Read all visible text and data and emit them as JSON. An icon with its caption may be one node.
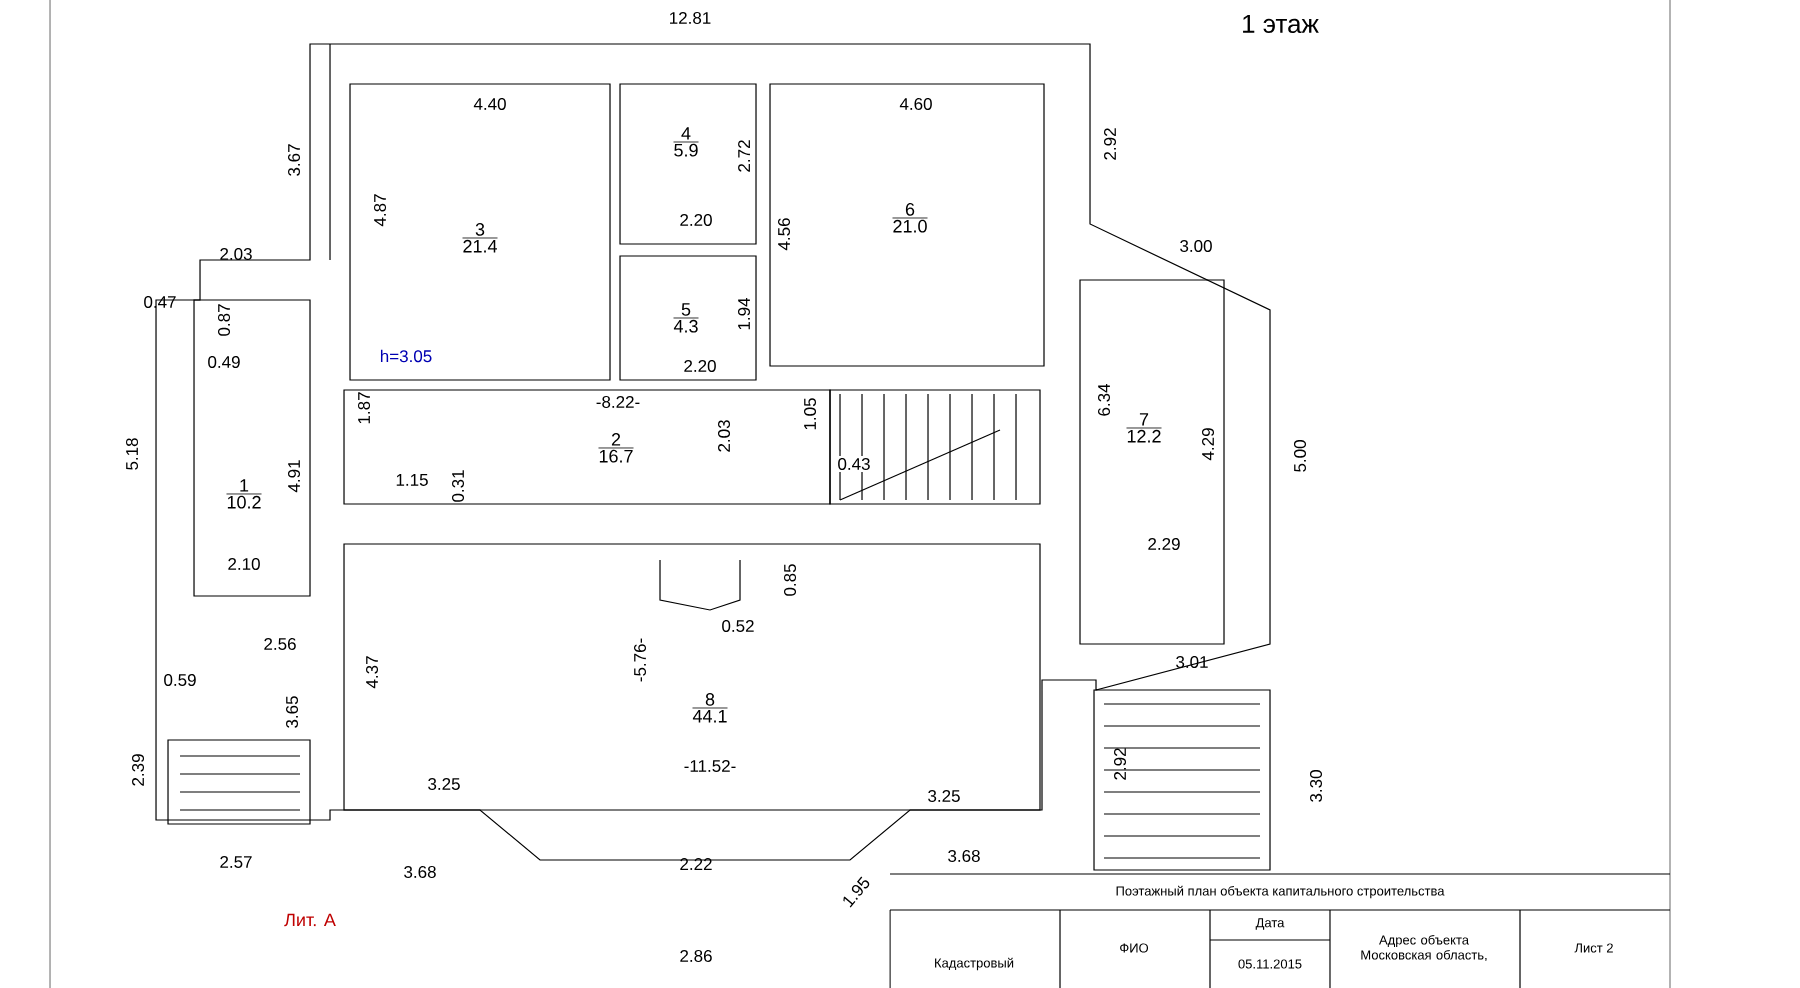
{
  "diagram": {
    "nodes": [
      {
        "text": [
          "1",
          "10.2"
        ]
      },
      {
        "text": [
          "2",
          "16.7"
        ]
      },
      {
        "text": [
          "3",
          "21.4"
        ]
      },
      {
        "text": [
          "4",
          "5.9"
        ]
      },
      {
        "text": [
          "5",
          "4.3"
        ]
      },
      {
        "text": [
          "6",
          "21.0"
        ]
      },
      {
        "text": [
          "7",
          "12.2"
        ]
      },
      {
        "text": [
          "8",
          "44.1"
        ]
      }
    ],
    "labels": [
      "12.81",
      "1 этаж",
      "4.40",
      "4.60",
      "3.67",
      "2.72",
      "2.92",
      "4.87",
      "2.20",
      "4.56",
      "3.00",
      "2.03",
      "0.47",
      "0.87",
      "1.94",
      "0.49",
      "h=3.05",
      "2.20",
      "1.87",
      "-8.22-",
      "1.05",
      "6.34",
      "5.18",
      "2.03",
      "0.43",
      "4.29",
      "5.00",
      "4.91",
      "1.15",
      "0.31",
      "2.29",
      "2.10",
      "0.85",
      "2.56",
      "0.52",
      "3.01",
      "0.59",
      "4.37",
      "-5.76-",
      "3.65",
      "2.92",
      "3.30",
      "2.39",
      "-11.52-",
      "3.25",
      "3.25",
      "2.57",
      "3.68",
      "3.68",
      "2.22",
      "1.95",
      "Лит. А",
      "2.86",
      "Поэтажный план объекта капитального строительства",
      "Дата",
      "Адрес объекта Московская область,",
      "Лист 2",
      "Кадастровый",
      "ФИО",
      "05.11.2015"
    ]
  }
}
